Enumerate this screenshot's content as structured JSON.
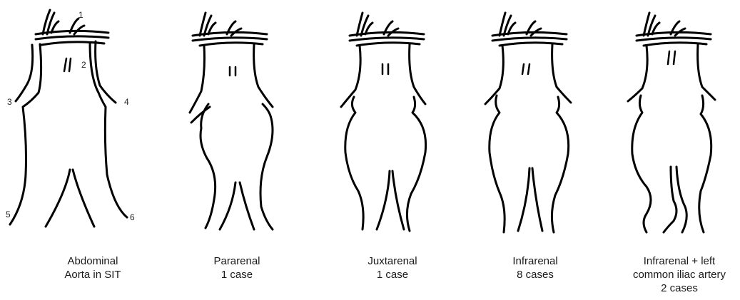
{
  "panels": [
    {
      "id": "sit",
      "caption": [
        "Abdominal",
        "Aorta in SIT"
      ]
    },
    {
      "id": "pararenal",
      "caption": [
        "Pararenal",
        "1 case"
      ]
    },
    {
      "id": "juxtarenal",
      "caption": [
        "Juxtarenal",
        "1 case"
      ]
    },
    {
      "id": "infrarenal",
      "caption": [
        "Infrarenal",
        "8 cases"
      ]
    },
    {
      "id": "infrarenal-iliac",
      "caption": [
        "Infrarenal + left",
        "common iliac artery",
        "2 cases"
      ]
    }
  ],
  "markers": [
    "1",
    "2",
    "3",
    "4",
    "5",
    "6"
  ]
}
